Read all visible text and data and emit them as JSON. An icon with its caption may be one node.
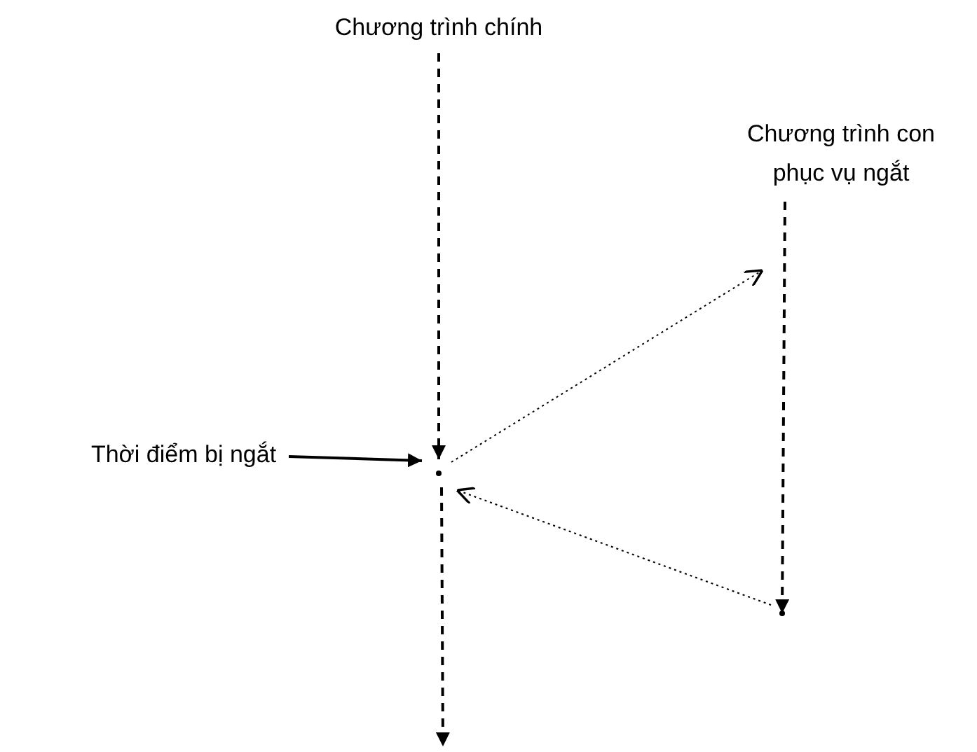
{
  "diagram": {
    "nodes": [
      {
        "text": [
          "Chương trình chính"
        ]
      },
      {
        "text": [
          "Chương trình con phục vụ ngắt"
        ]
      },
      {
        "text": [
          "Thời điểm bị ngắt"
        ]
      },
      {
        "text": [],
        "shape": "point"
      },
      {
        "text": [],
        "shape": "point"
      }
    ],
    "edges": [
      {
        "from": 0,
        "to": 3,
        "arrow": "to",
        "style": "dashed"
      },
      {
        "from": 2,
        "to": 3,
        "arrow": "to"
      },
      {
        "from": 3,
        "to": 1,
        "arrow": "to",
        "style": "dashed"
      },
      {
        "from": 1,
        "to": 4,
        "arrow": "to",
        "style": "dashed"
      },
      {
        "from": 4,
        "to": 3,
        "arrow": "to",
        "style": "dashed"
      },
      {
        "from": 3,
        "to": null,
        "arrow": "to",
        "style": "dashed"
      }
    ]
  }
}
